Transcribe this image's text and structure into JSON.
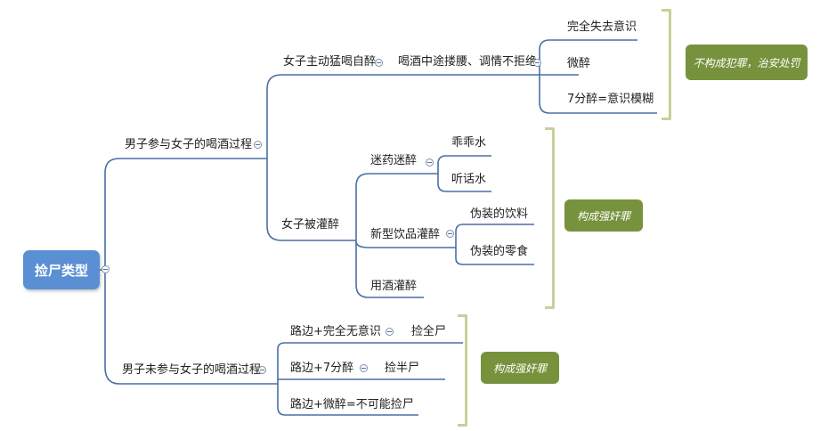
{
  "root": "捡尸类型",
  "branches": {
    "participated": "男子参与女子的喝酒过程",
    "not_participated": "男子未参与女子的喝酒过程"
  },
  "nodes": {
    "self_drunk": "女子主动猛喝自醉",
    "hugging": "喝酒中途搂腰、调情不拒绝",
    "full_unconscious": "完全失去意识",
    "tipsy": "微醉",
    "seventy_percent": "7分醉=意识模糊",
    "forced_drunk": "女子被灌醉",
    "drugged": "迷药迷醉",
    "guaiguai": "乖乖水",
    "tinghua": "听话水",
    "new_drinks": "新型饮品灌醉",
    "fake_drink": "伪装的饮料",
    "fake_snack": "伪装的零食",
    "alcohol": "用酒灌醉",
    "roadside_full": "路边+完全无意识",
    "pick_full": "捡全尸",
    "roadside_70": "路边+7分醉",
    "pick_half": "捡半尸",
    "roadside_tipsy": "路边+微醉=不可能捡尸"
  },
  "verdicts": {
    "no_crime": "不构成犯罪，治安处罚",
    "rape_1": "构成强奸罪",
    "rape_2": "构成强奸罪"
  },
  "colors": {
    "root": "#5b8fd4",
    "verdict": "#76923c",
    "bracket": "#c3d29a",
    "line": "#4a6fa5"
  }
}
